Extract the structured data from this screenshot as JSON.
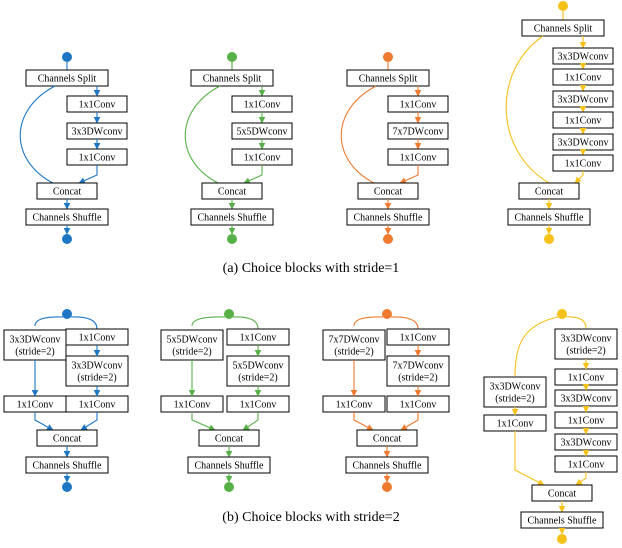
{
  "colors": {
    "blue": "#1f77c4",
    "green": "#58b148",
    "orange": "#ef7b30",
    "yellow": "#f6c118"
  },
  "captions": {
    "stride1": "(a) Choice blocks with stride=1",
    "stride2": "(b) Choice blocks with stride=2"
  },
  "stride1_blocks": [
    {
      "color": "#1f77c4",
      "split": "Channels Split",
      "ops": [
        "1x1Conv",
        "3x3DWconv",
        "1x1Conv"
      ],
      "concat": "Concat",
      "shuffle": "Channels Shuffle"
    },
    {
      "color": "#58b148",
      "split": "Channels Split",
      "ops": [
        "1x1Conv",
        "5x5DWconv",
        "1x1Conv"
      ],
      "concat": "Concat",
      "shuffle": "Channels Shuffle"
    },
    {
      "color": "#ef7b30",
      "split": "Channels Split",
      "ops": [
        "1x1Conv",
        "7x7DWconv",
        "1x1Conv"
      ],
      "concat": "Concat",
      "shuffle": "Channels Shuffle"
    },
    {
      "color": "#f6c118",
      "split": "Channels Split",
      "ops": [
        "3x3DWconv",
        "1x1Conv",
        "3x3DWconv",
        "1x1Conv",
        "3x3DWconv",
        "1x1Conv"
      ],
      "concat": "Concat",
      "shuffle": "Channels Shuffle"
    }
  ],
  "stride2_blocks": [
    {
      "color": "#1f77c4",
      "left_ops": [
        "3x3DWconv\n(stride=2)",
        "1x1Conv"
      ],
      "right_ops": [
        "1x1Conv",
        "3x3DWconv\n(stride=2)",
        "1x1Conv"
      ],
      "concat": "Concat",
      "shuffle": "Channels Shuffle"
    },
    {
      "color": "#58b148",
      "left_ops": [
        "5x5DWconv\n(stride=2)",
        "1x1Conv"
      ],
      "right_ops": [
        "1x1Conv",
        "5x5DWconv\n(stride=2)",
        "1x1Conv"
      ],
      "concat": "Concat",
      "shuffle": "Channels Shuffle"
    },
    {
      "color": "#ef7b30",
      "left_ops": [
        "7x7DWconv\n(stride=2)",
        "1x1Conv"
      ],
      "right_ops": [
        "1x1Conv",
        "7x7DWconv\n(stride=2)",
        "1x1Conv"
      ],
      "concat": "Concat",
      "shuffle": "Channels Shuffle"
    },
    {
      "color": "#f6c118",
      "left_ops": [
        "3x3DWconv\n(stride=2)",
        "1x1Conv"
      ],
      "right_ops": [
        "3x3DWconv\n(stride=2)",
        "1x1Conv",
        "3x3DWconv",
        "1x1Conv",
        "3x3DWconv",
        "1x1Conv"
      ],
      "concat": "Concat",
      "shuffle": "Channels Shuffle"
    }
  ]
}
